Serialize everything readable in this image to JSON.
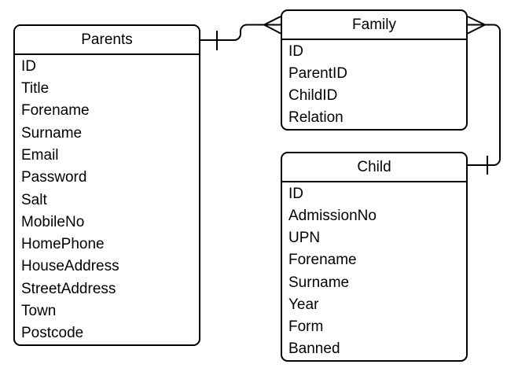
{
  "diagram": {
    "type": "entity-relationship",
    "entities": [
      {
        "name": "Parents",
        "fields": [
          "ID",
          "Title",
          "Forename",
          "Surname",
          "Email",
          "Password",
          "Salt",
          "MobileNo",
          "HomePhone",
          "HouseAddress",
          "StreetAddress",
          "Town",
          "Postcode"
        ]
      },
      {
        "name": "Family",
        "fields": [
          "ID",
          "ParentID",
          "ChildID",
          "Relation"
        ]
      },
      {
        "name": "Child",
        "fields": [
          "ID",
          "AdmissionNo",
          "UPN",
          "Forename",
          "Surname",
          "Year",
          "Form",
          "Banned"
        ]
      }
    ],
    "relationships": [
      {
        "from": "Parents",
        "to": "Family",
        "from_cardinality": "one",
        "to_cardinality": "many",
        "notation": "crow-foot"
      },
      {
        "from": "Child",
        "to": "Family",
        "from_cardinality": "one",
        "to_cardinality": "many",
        "notation": "crow-foot"
      }
    ],
    "colors": {
      "line": "#000000",
      "text": "#000000",
      "entity_fill": "#ffffff",
      "background": "#ffffff"
    }
  }
}
